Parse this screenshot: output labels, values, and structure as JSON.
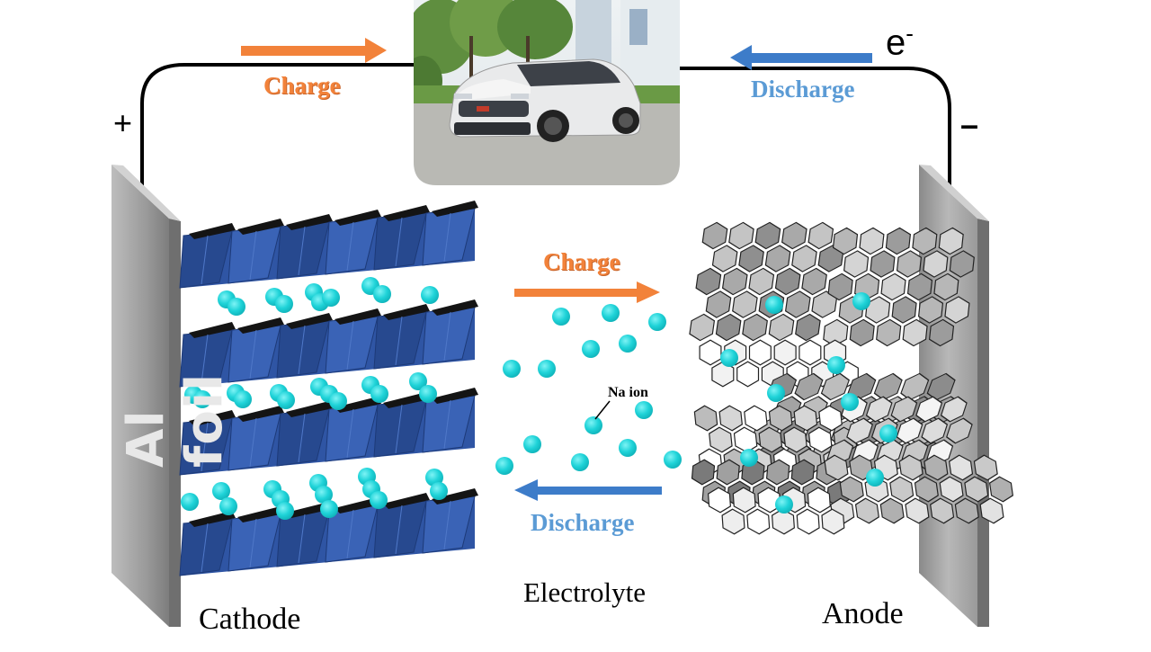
{
  "labels": {
    "charge_top": "Charge",
    "discharge_top": "Discharge",
    "electron": "e",
    "electron_sup": "-",
    "plus": "+",
    "minus": "–",
    "foil": "Al foil",
    "charge_mid": "Charge",
    "discharge_mid": "Discharge",
    "na_ion": "Na ion",
    "cathode": "Cathode",
    "electrolyte": "Electrolyte",
    "anode": "Anode"
  },
  "colors": {
    "charge": "#f2823a",
    "discharge": "#3d7cc9",
    "ion": "#1fd3d8",
    "cathode_layer": "#2f55a4",
    "foil": "#a6a6a6"
  },
  "icons": {
    "car": "car-photo"
  }
}
